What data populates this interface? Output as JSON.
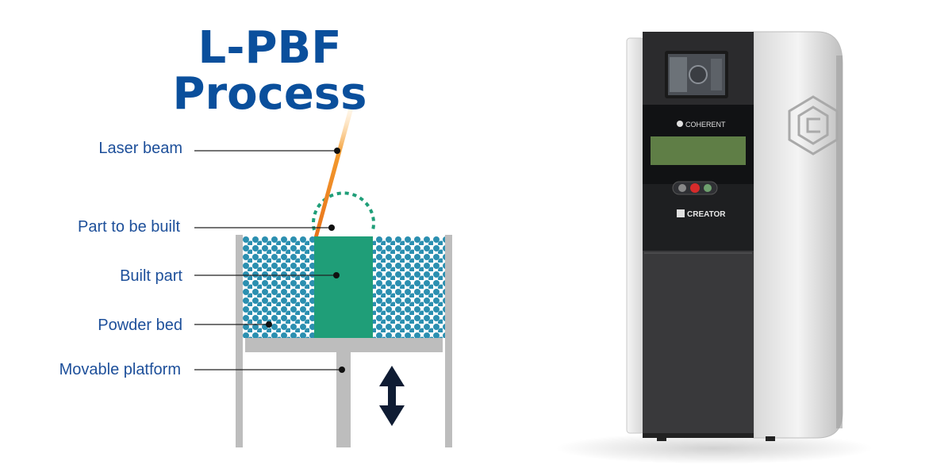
{
  "title": {
    "line1": "L-PBF",
    "line2": "Process"
  },
  "labels": {
    "laser_beam": "Laser beam",
    "part_to_be_built": "Part to be built",
    "built_part": "Built part",
    "powder_bed": "Powder bed",
    "movable_platform": "Movable platform"
  },
  "machine": {
    "brand_top": "COHERENT",
    "brand_bottom": "CREATOR"
  },
  "colors": {
    "title": "#0a4f9c",
    "labels": "#1d4f9a",
    "powder": "#2b8fb0",
    "part": "#1f9e78",
    "frame": "#bdbdbd",
    "laser": "#f28c28",
    "arrow": "#0f1c33"
  }
}
